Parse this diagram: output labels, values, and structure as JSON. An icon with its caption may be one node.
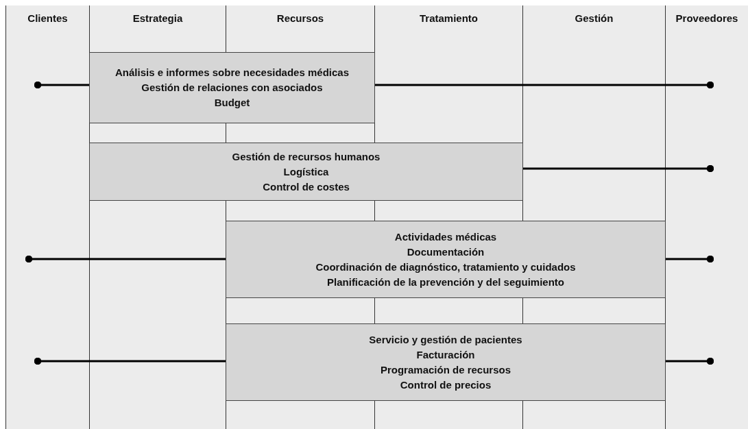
{
  "diagram": {
    "nodes": [
      {
        "text": [
          "Clientes"
        ]
      },
      {
        "text": [
          "Estrategia"
        ]
      },
      {
        "text": [
          "Recursos"
        ]
      },
      {
        "text": [
          "Tratamiento"
        ]
      },
      {
        "text": [
          "Gestión"
        ]
      },
      {
        "text": [
          "Proveedores"
        ]
      },
      {
        "text": [
          "Análisis e informes sobre necesidades médicas",
          "Gestión de relaciones con asociados",
          "Budget"
        ]
      },
      {
        "text": [
          "Gestión de recursos humanos",
          "Logística",
          "Control de costes"
        ]
      },
      {
        "text": [
          "Actividades médicas",
          "Documentación",
          "Coordinación de diagnóstico, tratamiento y cuidados",
          "Planificación de la prevención y del seguimiento"
        ]
      },
      {
        "text": [
          "Servicio y gestión de pacientes",
          "Facturación",
          "Programación de recursos",
          "Control de precios"
        ]
      }
    ],
    "edges": [
      {
        "from": 6,
        "to": null,
        "arrow": "other"
      },
      {
        "from": 6,
        "to": null,
        "arrow": "other"
      },
      {
        "from": 7,
        "to": null,
        "arrow": "other"
      },
      {
        "from": 8,
        "to": null,
        "arrow": "other"
      },
      {
        "from": 8,
        "to": null,
        "arrow": "other"
      },
      {
        "from": 9,
        "to": null,
        "arrow": "other"
      },
      {
        "from": 9,
        "to": null,
        "arrow": "other"
      }
    ]
  }
}
